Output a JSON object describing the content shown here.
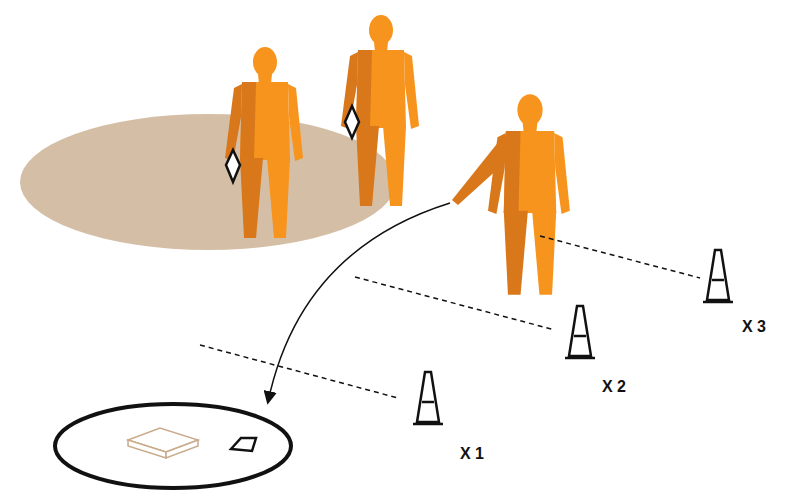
{
  "diagram": {
    "labels": [
      "X 1",
      "X 2",
      "X 3"
    ]
  }
}
